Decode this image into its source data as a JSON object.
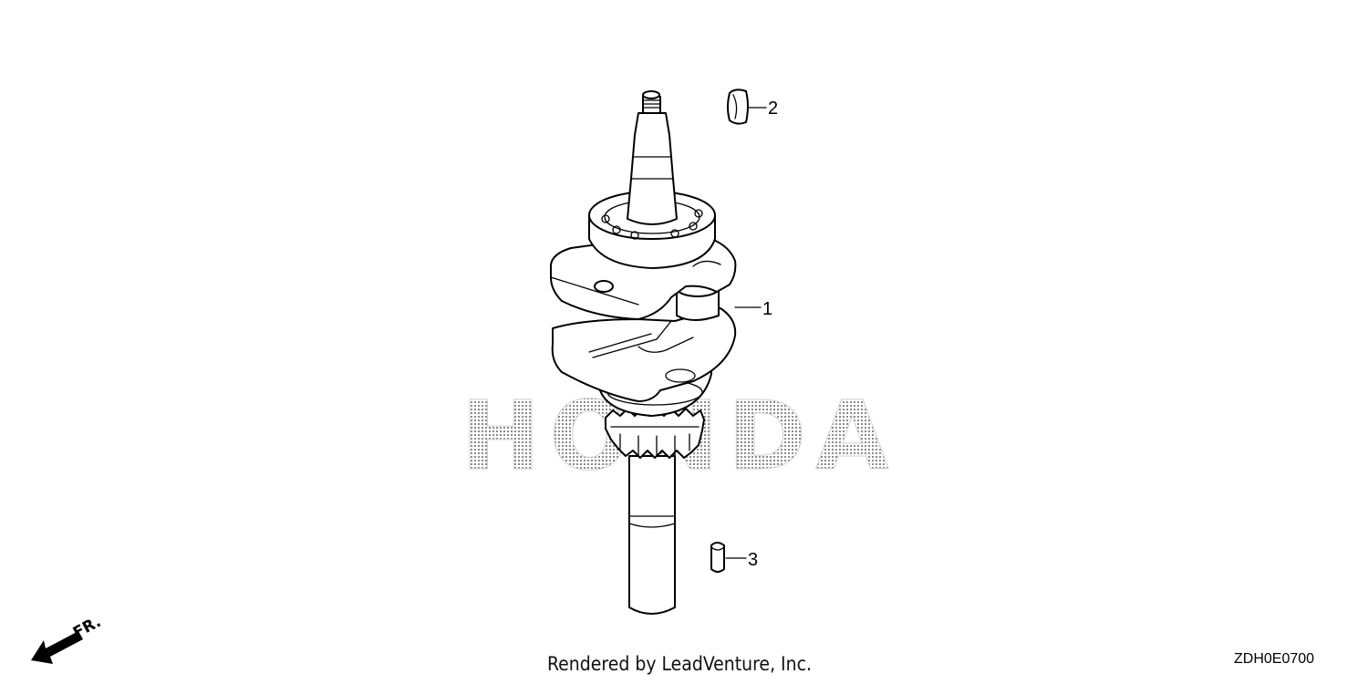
{
  "watermark": {
    "brand": "HONDA"
  },
  "callouts": [
    {
      "number": "1",
      "part": "crankshaft"
    },
    {
      "number": "2",
      "part": "woodruff key"
    },
    {
      "number": "3",
      "part": "key"
    }
  ],
  "direction": {
    "label": "FR."
  },
  "footer": {
    "credit": "Rendered by LeadVenture, Inc.",
    "diagram_code": "ZDH0E0700"
  }
}
